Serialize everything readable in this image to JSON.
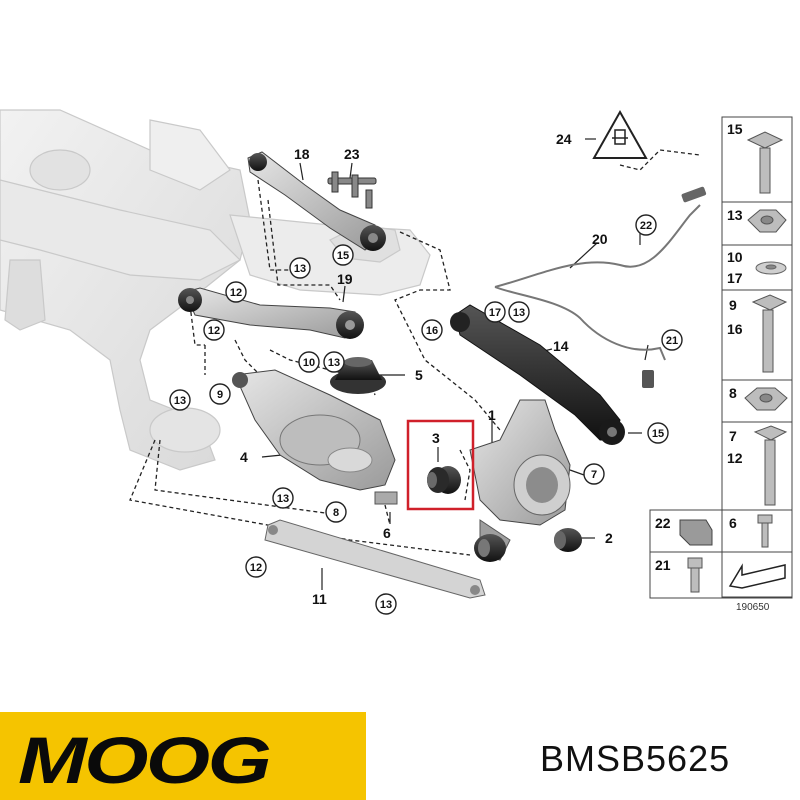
{
  "diagram": {
    "callouts_plain": [
      {
        "id": "c18",
        "text": "18"
      },
      {
        "id": "c23",
        "text": "23"
      },
      {
        "id": "c19",
        "text": "19"
      },
      {
        "id": "c20",
        "text": "20"
      },
      {
        "id": "c24",
        "text": "24"
      },
      {
        "id": "c14",
        "text": "14"
      },
      {
        "id": "c1",
        "text": "1"
      },
      {
        "id": "c3",
        "text": "3"
      },
      {
        "id": "c4",
        "text": "4"
      },
      {
        "id": "c5",
        "text": "5"
      },
      {
        "id": "c6",
        "text": "6"
      },
      {
        "id": "c2",
        "text": "2"
      },
      {
        "id": "c11",
        "text": "11"
      }
    ],
    "callouts_circled": [
      {
        "id": "r15a",
        "text": "15"
      },
      {
        "id": "r13a",
        "text": "13"
      },
      {
        "id": "r12a",
        "text": "12"
      },
      {
        "id": "r12b",
        "text": "12"
      },
      {
        "id": "r13b",
        "text": "13"
      },
      {
        "id": "r9",
        "text": "9"
      },
      {
        "id": "r10",
        "text": "10"
      },
      {
        "id": "r13c",
        "text": "13"
      },
      {
        "id": "r16",
        "text": "16"
      },
      {
        "id": "r17",
        "text": "17"
      },
      {
        "id": "r13d",
        "text": "13"
      },
      {
        "id": "r22",
        "text": "22"
      },
      {
        "id": "r21",
        "text": "21"
      },
      {
        "id": "r15b",
        "text": "15"
      },
      {
        "id": "r7",
        "text": "7"
      },
      {
        "id": "r8",
        "text": "8"
      },
      {
        "id": "r13e",
        "text": "13"
      },
      {
        "id": "r12c",
        "text": "12"
      },
      {
        "id": "r13f",
        "text": "13"
      }
    ],
    "legend": [
      {
        "id": "l15",
        "text": "15"
      },
      {
        "id": "l13",
        "text": "13"
      },
      {
        "id": "l10",
        "text": "10"
      },
      {
        "id": "l17",
        "text": "17"
      },
      {
        "id": "l9",
        "text": "9"
      },
      {
        "id": "l16",
        "text": "16"
      },
      {
        "id": "l8",
        "text": "8"
      },
      {
        "id": "l7",
        "text": "7"
      },
      {
        "id": "l12",
        "text": "12"
      },
      {
        "id": "l22",
        "text": "22"
      },
      {
        "id": "l6",
        "text": "6"
      },
      {
        "id": "l21",
        "text": "21"
      }
    ],
    "drawing_number": "190650",
    "highlight_color": "#d0202a"
  },
  "brand": {
    "logo_text": "MOOG",
    "logo_bg": "#f5c400",
    "part_number": "BMSB5625"
  }
}
